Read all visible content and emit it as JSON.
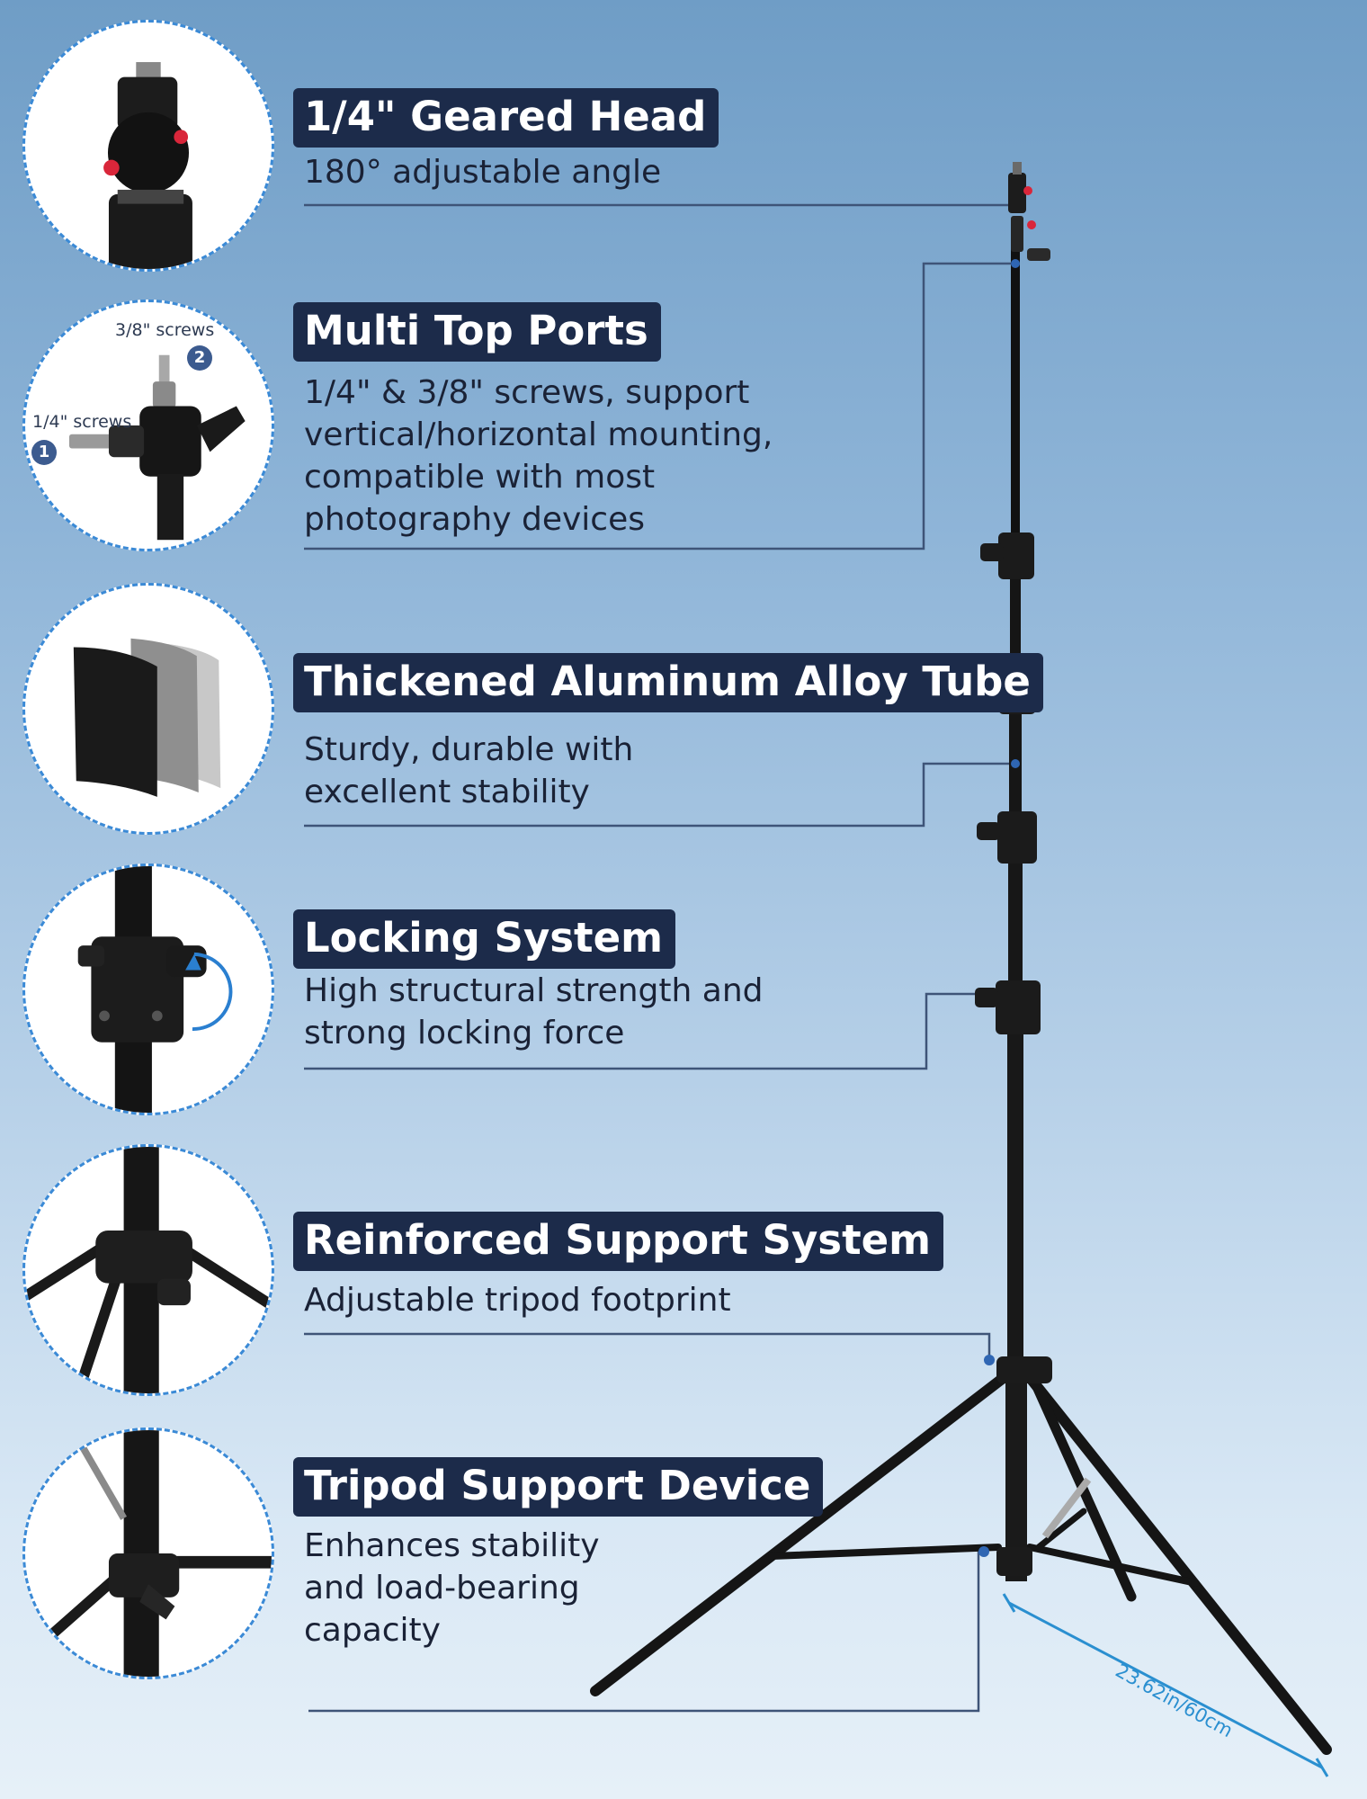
{
  "features": [
    {
      "title": "1/4\" Geared Head",
      "desc": [
        "180° adjustable angle"
      ]
    },
    {
      "title": "Multi Top Ports",
      "desc": [
        "1/4\" & 3/8\" screws, support",
        "vertical/horizontal mounting,",
        "compatible with most",
        "photography devices"
      ]
    },
    {
      "title": "Thickened Aluminum Alloy Tube",
      "desc": [
        "Sturdy, durable with",
        "excellent stability"
      ]
    },
    {
      "title": "Locking System",
      "desc": [
        "High structural strength and",
        "strong locking force"
      ]
    },
    {
      "title": "Reinforced Support System",
      "desc": [
        "Adjustable tripod footprint"
      ]
    },
    {
      "title": "Tripod Support Device",
      "desc": [
        "Enhances stability",
        "and load-bearing",
        "capacity"
      ]
    }
  ],
  "ports": {
    "label_3_8": "3/8\" screws",
    "label_1_4": "1/4\" screws",
    "badge_1": "1",
    "badge_2": "2"
  },
  "dimension_label": "23.62in/60cm",
  "colors": {
    "title_bg": "#1c2b4a",
    "circle_border": "#3b8ad6",
    "leader_line": "#3e5478",
    "dimension": "#2a8fd0",
    "accent_red": "#d9263a"
  }
}
